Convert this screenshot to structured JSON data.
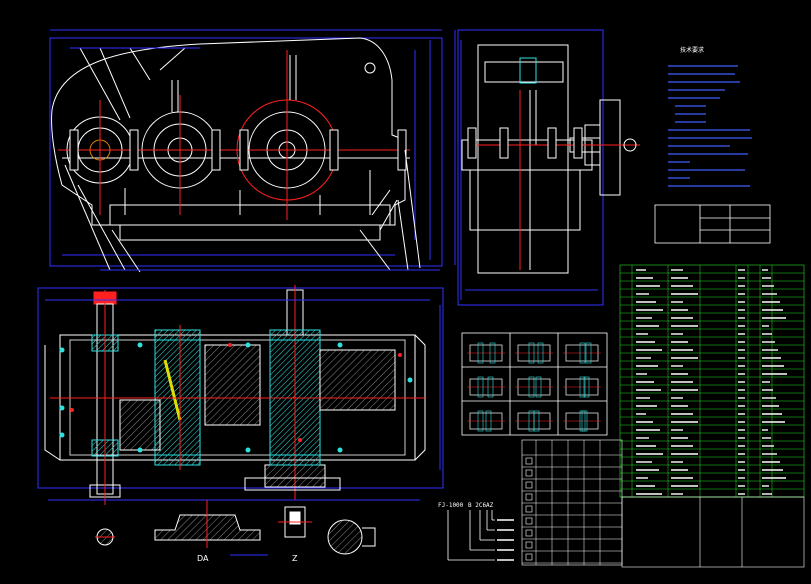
{
  "view_labels": {
    "section_a": "DA",
    "section_z": "Z"
  },
  "designation": {
    "code": "FJ-1000",
    "suffix": "B  2C6AZ"
  },
  "notes_header": "技术要求",
  "colors": {
    "background": "#000000",
    "outline": "#ffffff",
    "centerline": "#ff2020",
    "dimension": "#3030ff",
    "hatch": "#30e0e0",
    "parts_table": "#20e020",
    "notes_text": "#4060ff",
    "bolt": "#ff3030",
    "gear_core": "#e08000"
  },
  "icons": [
    "gear-icon",
    "bolt-icon",
    "hatch-icon"
  ]
}
